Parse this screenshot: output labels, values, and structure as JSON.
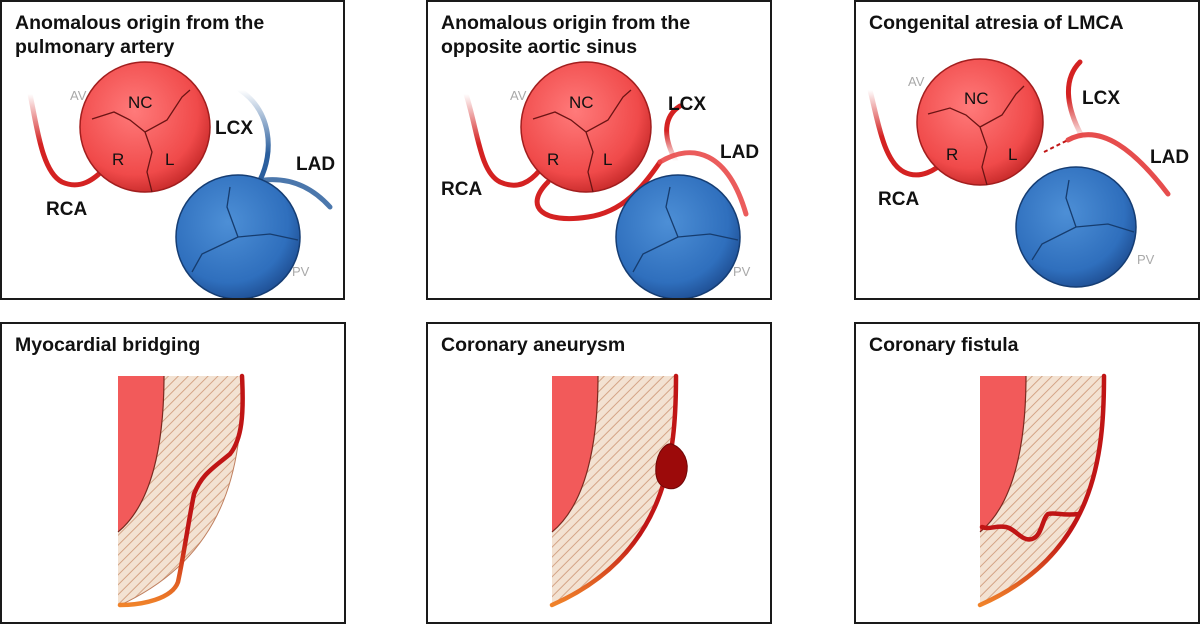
{
  "panels": [
    {
      "title": "Anomalous origin from the\npulmonary artery"
    },
    {
      "title": "Anomalous origin from the\nopposite aortic sinus"
    },
    {
      "title": "Congenital atresia of LMCA"
    },
    {
      "title": "Myocardial bridging"
    },
    {
      "title": "Coronary aneurysm"
    },
    {
      "title": "Coronary fistula"
    }
  ],
  "labels": {
    "av": "AV",
    "pv": "PV",
    "nc": "NC",
    "r": "R",
    "l": "L",
    "rca": "RCA",
    "lcx": "LCX",
    "lad": "LAD"
  },
  "colors": {
    "aorta": "#f25a5a",
    "pulmonary": "#3a7cc8",
    "artery": "#d42222",
    "myocardium": "#f1dccb",
    "hatch": "#d79a78"
  }
}
